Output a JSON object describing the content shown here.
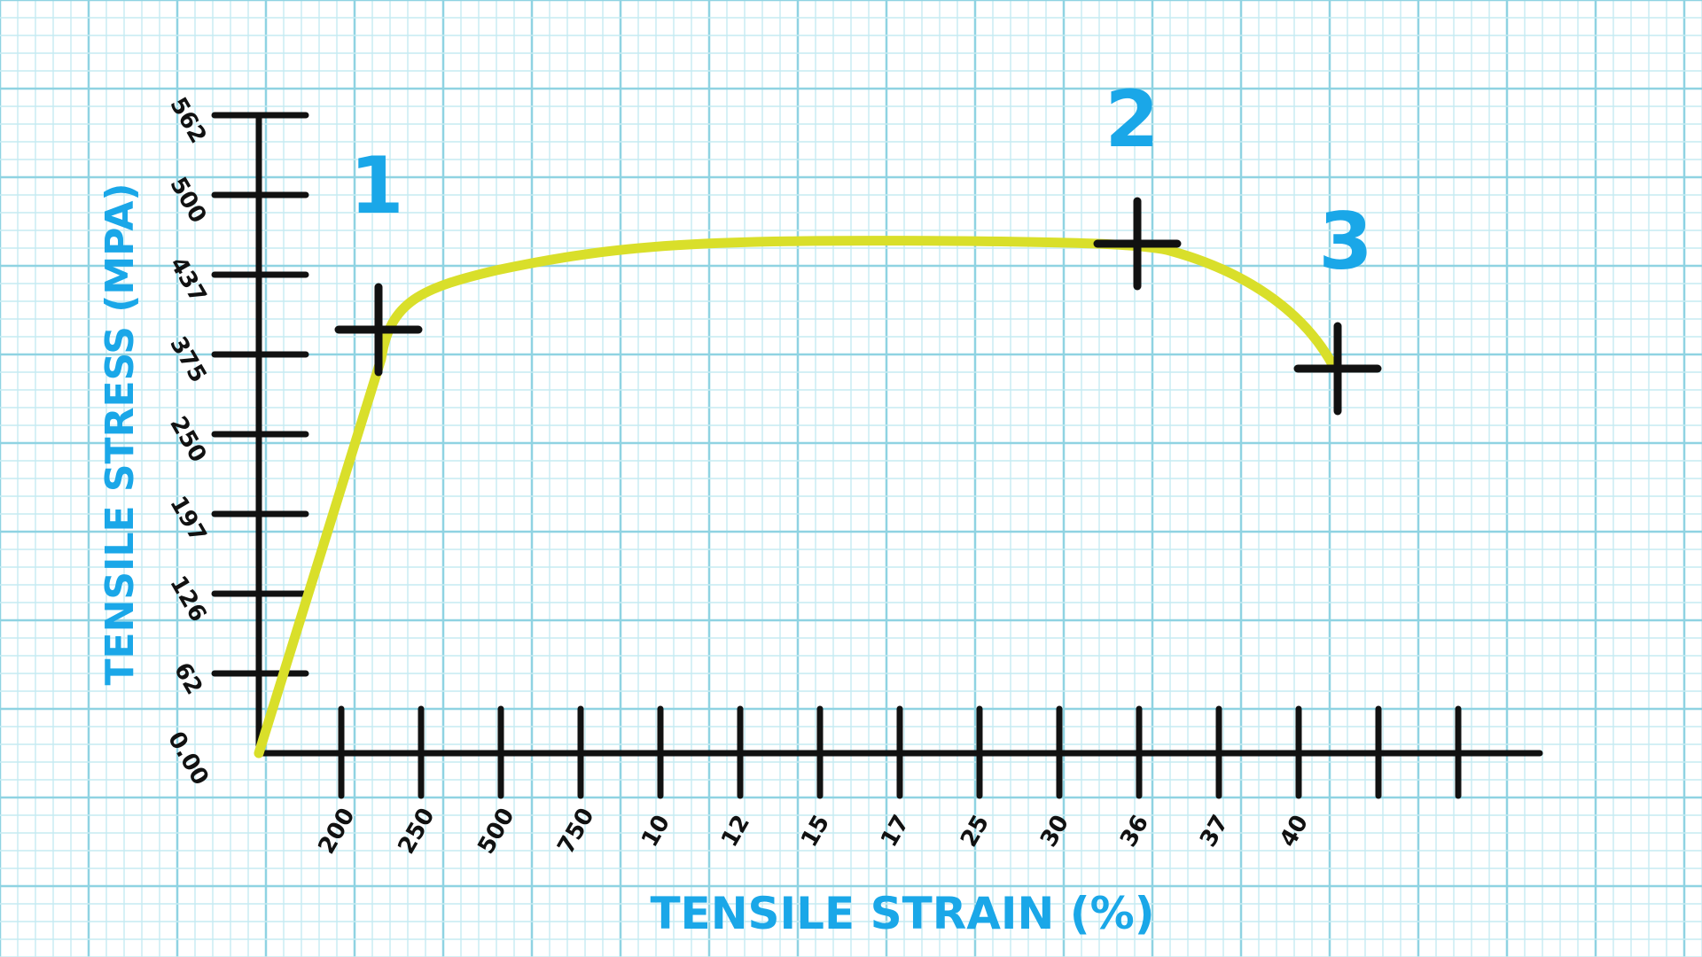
{
  "chart_data": {
    "type": "line",
    "title": "",
    "xlabel": "TENSILE STRAIN (%)",
    "ylabel": "TENSILE STRESS (MPA)",
    "x_tick_labels": [
      "200",
      "250",
      "500",
      "750",
      "10",
      "12",
      "15",
      "17",
      "25",
      "30",
      "36",
      "37",
      "40"
    ],
    "y_tick_labels": [
      "0.00",
      "62",
      "126",
      "197",
      "250",
      "375",
      "437",
      "500",
      "562"
    ],
    "grid": true,
    "series": [
      {
        "curve_points": [
          {
            "x": "0",
            "y": 0
          },
          {
            "x": "between 200 and 250",
            "y": 375
          },
          {
            "x": "between 250 and 500",
            "y": 425
          },
          {
            "x": "12",
            "y": 467
          },
          {
            "x": "30",
            "y": 466
          },
          {
            "x": "36",
            "y": 462
          },
          {
            "x": "between 40 and next tick",
            "y": 380
          }
        ]
      }
    ],
    "annotations": [
      {
        "label": "1",
        "x": "between 200 and 250",
        "y": 400
      },
      {
        "label": "2",
        "x": "36",
        "y": 462
      },
      {
        "label": "3",
        "x": "between 40 and next tick",
        "y": 370
      }
    ],
    "colors": {
      "curve": "#d9df2a",
      "axis": "#111111",
      "labels": "#1aa7e8",
      "grid_major": "#8fd3e2",
      "grid_minor": "#c6ebf2"
    }
  }
}
